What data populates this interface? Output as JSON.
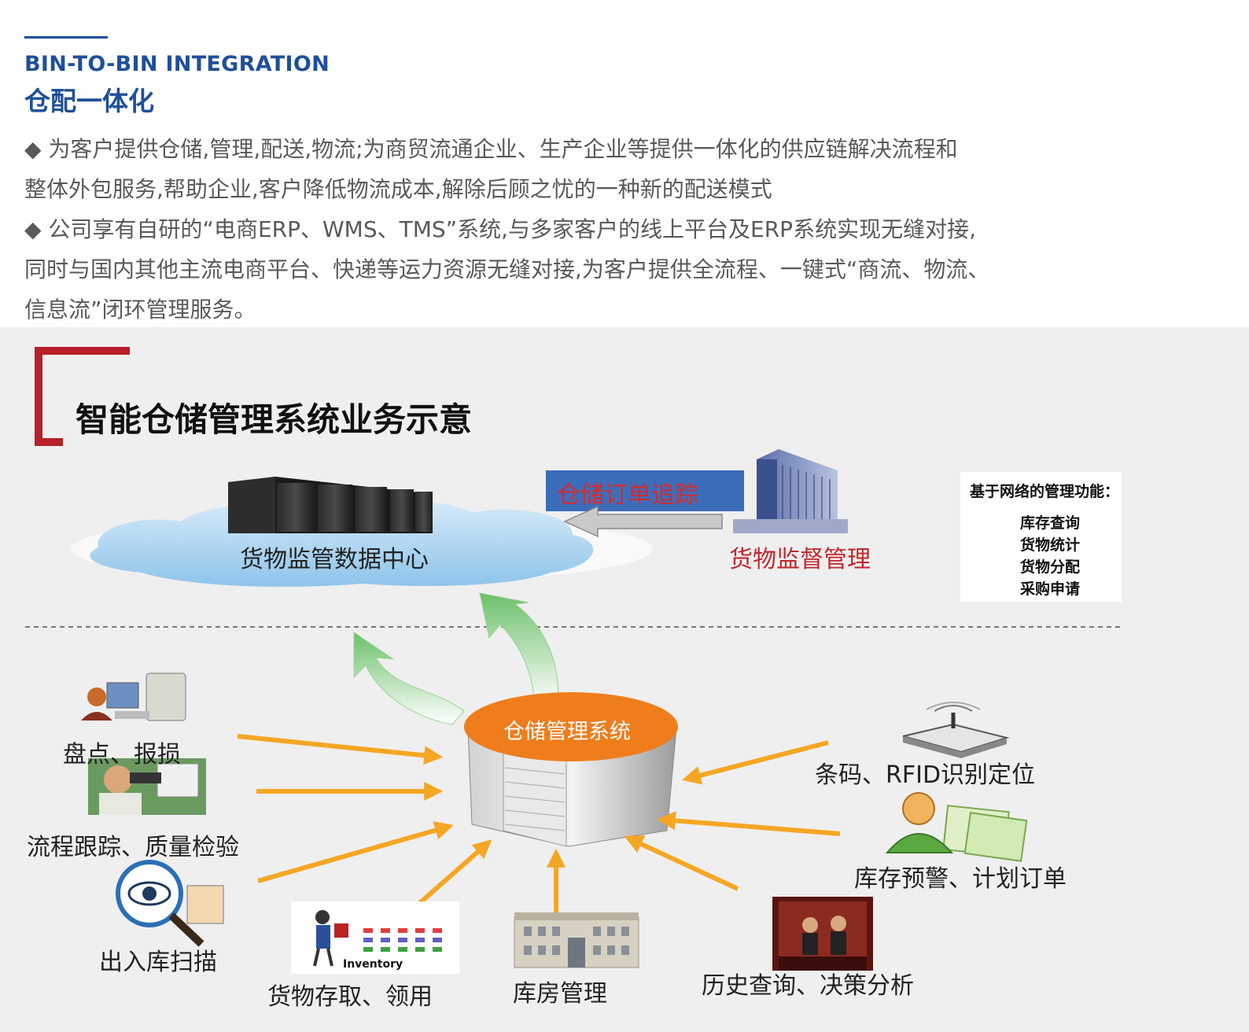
{
  "header": {
    "title_en": "BIN-TO-BIN INTEGRATION",
    "title_zh": "仓配一体化"
  },
  "intro": {
    "lines": [
      "◆ 为客户提供仓储,管理,配送,物流;为商贸流通企业、生产企业等提供一体化的供应链解决流程和",
      "整体外包服务,帮助企业,客户降低物流成本,解除后顾之忧的一种新的配送模式",
      "◆ 公司享有自研的“电商ERP、WMS、TMS”系统,与多家客户的线上平台及ERP系统实现无缝对接,",
      "同时与国内其他主流电商平台、快递等运力资源无缝对接,为客户提供全流程、一键式“商流、物流、",
      "信息流”闭环管理服务。"
    ]
  },
  "diagram": {
    "title": "智能仓储管理系统业务示意",
    "data_center_label": "货物监管数据中心",
    "order_tracking_label": "仓储订单追踪",
    "supervision_label": "货物监督管理",
    "functions_box": {
      "title": "基于网络的管理功能：",
      "items": [
        "库存查询",
        "货物统计",
        "货物分配",
        "采购申请"
      ]
    },
    "center_label": "仓储管理系统",
    "modules": {
      "inventory_check": "盘点、报损",
      "process_tracking": "流程跟踪、质量检验",
      "scan": "出入库扫描",
      "goods_access": "货物存取、领用",
      "warehouse_mgmt": "库房管理",
      "history_analysis": "历史查询、决策分析",
      "stock_warning": "库存预警、计划订单",
      "barcode_rfid": "条码、RFID识别定位"
    },
    "inventory_image_text": "Inventory",
    "colors": {
      "brand_blue": "#1f4f9a",
      "accent_red": "#c0272d",
      "arrow_orange": "#f5a623",
      "arrow_green": "#7cc576",
      "cloud_blue": "#a9d3ef",
      "center_top_orange": "#ef7d1c"
    },
    "icons": [
      "server-rack-icon",
      "office-building-icon",
      "cloud-icon",
      "people-computer-icon",
      "inspector-icon",
      "magnifier-eye-icon",
      "inventory-worker-icon",
      "warehouse-building-icon",
      "business-integrity-icon",
      "rfid-reader-icon",
      "user-documents-icon"
    ]
  }
}
